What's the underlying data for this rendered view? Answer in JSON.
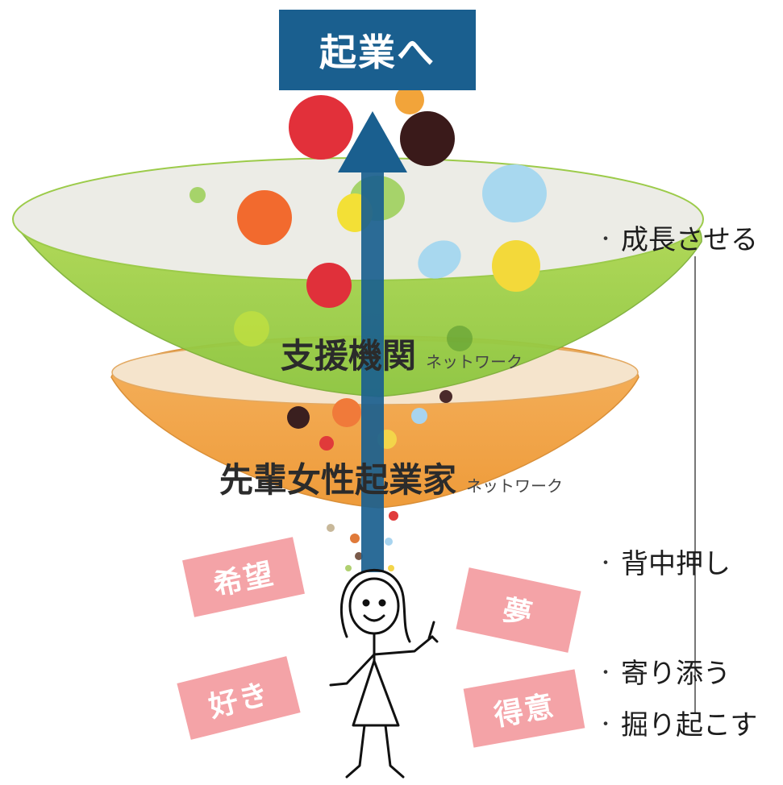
{
  "title": "起業へ",
  "bowls": {
    "support": {
      "label": "支援機関",
      "sub": "ネットワーク"
    },
    "senior": {
      "label": "先輩女性起業家",
      "sub": "ネットワーク"
    }
  },
  "tags": {
    "hope": "希望",
    "dream": "夢",
    "like": "好き",
    "skill": "得意"
  },
  "actions": {
    "bullet": "・",
    "grow": "成長させる",
    "push": "背中押し",
    "close": "寄り添う",
    "dig": "掘り起こす"
  },
  "colors": {
    "title_bg": "#1a5f8f",
    "arrow": "#1a5f8f",
    "green_bowl": "#9acd32",
    "orange_bowl": "#f0a545",
    "tag_pink": "#f4a3a7"
  }
}
